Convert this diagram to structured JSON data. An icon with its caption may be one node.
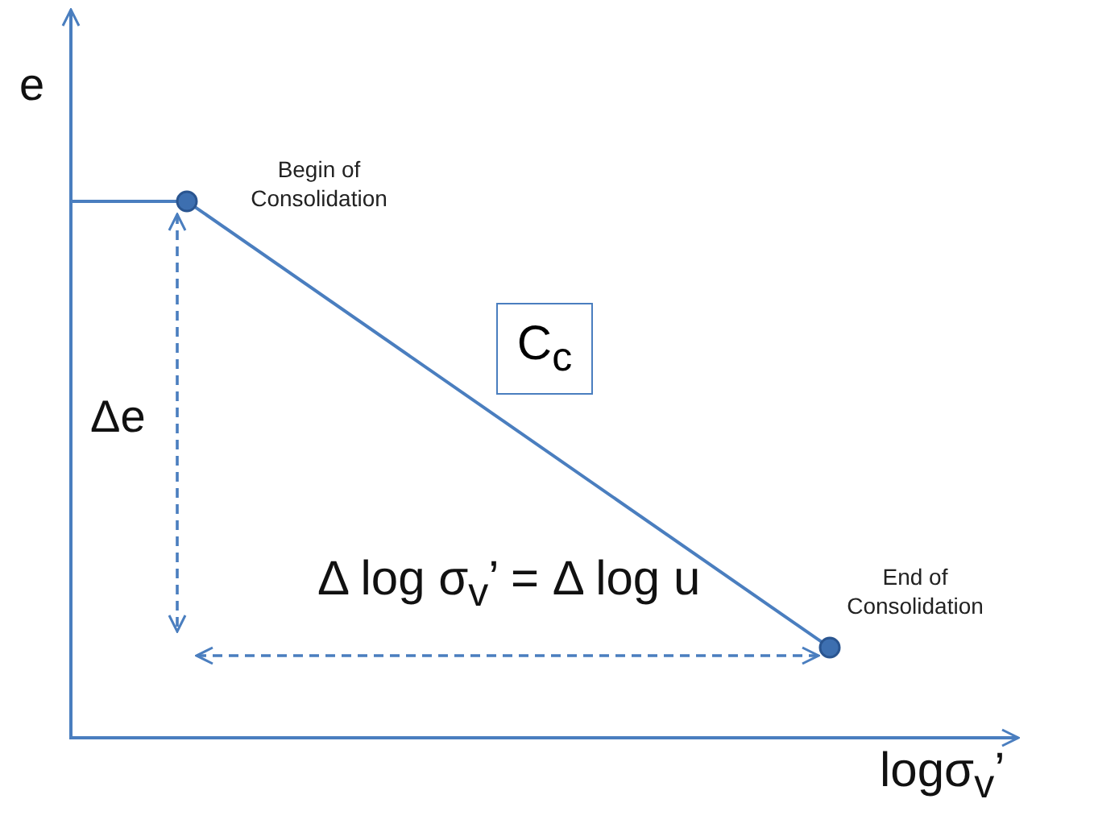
{
  "diagram": {
    "nodes": [
      {
        "text": [],
        "shape": "circle",
        "beside": [
          "Begin of Consolidation"
        ]
      },
      {
        "text": [],
        "shape": "circle",
        "beside": [
          "End of Consolidation"
        ]
      },
      {
        "text": [
          "C$_{c}$"
        ]
      }
    ],
    "edges": [
      {
        "from": 0,
        "to": 1,
        "arrow": "none"
      }
    ],
    "labels": [
      "e",
      "Δe",
      "Δ log σ$_{v}$’ = Δ log u",
      "logσ$_{v}$’"
    ]
  }
}
